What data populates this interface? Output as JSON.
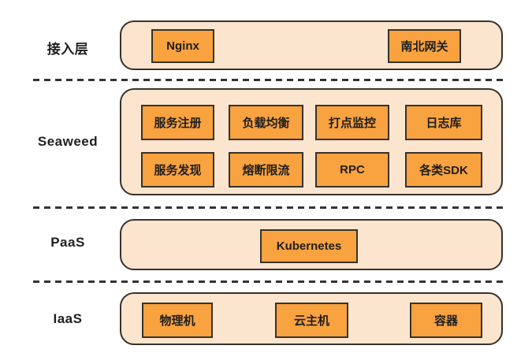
{
  "diagram": {
    "type": "layered-architecture",
    "colors": {
      "node_fill": "#F9A240",
      "container_fill": "#FCE5CE",
      "border": "#37322B",
      "dash_line": "#333333",
      "label_text": "#1F1F1F"
    },
    "layers": [
      {
        "label": "接入层",
        "boxes": [
          {
            "label": "Nginx"
          },
          {
            "label": "南北网关"
          }
        ]
      },
      {
        "label": "Seaweed",
        "boxes": [
          {
            "label": "服务注册"
          },
          {
            "label": "负载均衡"
          },
          {
            "label": "打点监控"
          },
          {
            "label": "日志库"
          },
          {
            "label": "服务发现"
          },
          {
            "label": "熔断限流"
          },
          {
            "label": "RPC"
          },
          {
            "label": "各类SDK"
          }
        ]
      },
      {
        "label": "PaaS",
        "boxes": [
          {
            "label": "Kubernetes"
          }
        ]
      },
      {
        "label": "IaaS",
        "boxes": [
          {
            "label": "物理机"
          },
          {
            "label": "云主机"
          },
          {
            "label": "容器"
          }
        ]
      }
    ]
  }
}
